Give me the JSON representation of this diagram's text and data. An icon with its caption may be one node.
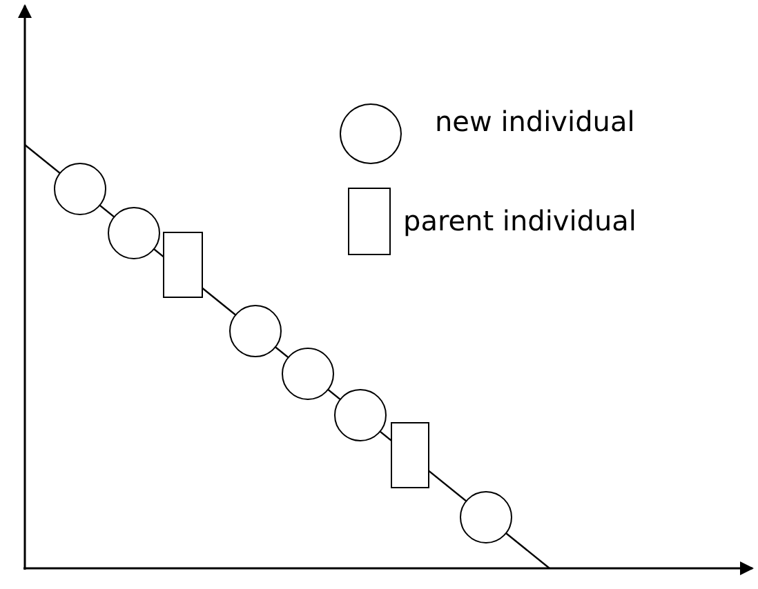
{
  "diagram": {
    "nodes": [
      {
        "text": [],
        "shape": "circle"
      },
      {
        "text": [],
        "shape": "circle"
      },
      {
        "text": [],
        "shape": "box"
      },
      {
        "text": [],
        "shape": "circle"
      },
      {
        "text": [],
        "shape": "circle"
      },
      {
        "text": [],
        "shape": "circle"
      },
      {
        "text": [],
        "shape": "box"
      },
      {
        "text": [],
        "shape": "circle"
      }
    ],
    "legend": [
      {
        "text": "new individual"
      },
      {
        "text": "parent individual"
      }
    ]
  }
}
